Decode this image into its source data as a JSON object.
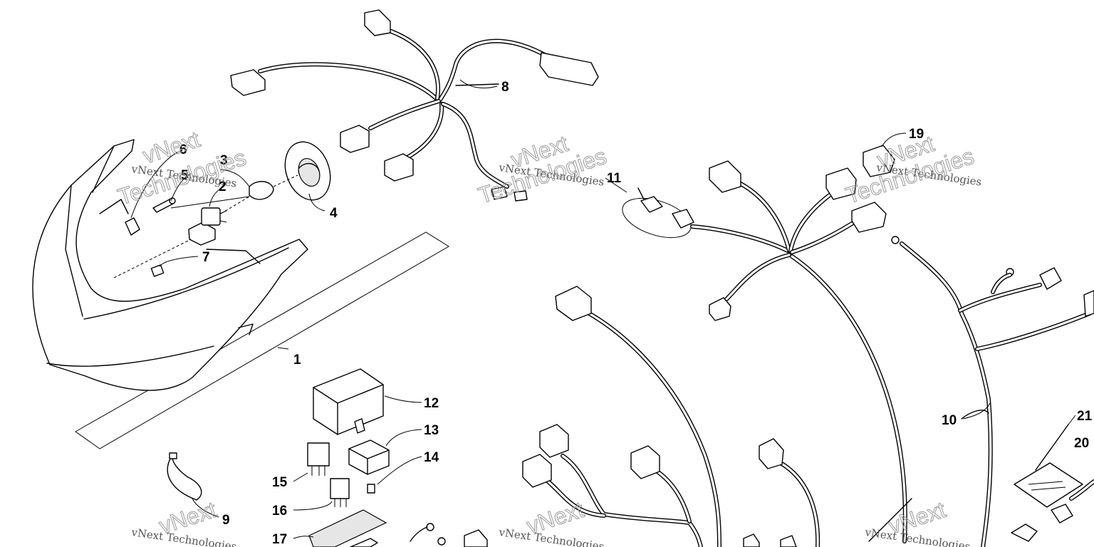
{
  "watermark": {
    "line1": "vNext Technologies",
    "brand_top": "vNext",
    "brand_bottom": "Technologies"
  },
  "callouts": {
    "c1": "1",
    "c2": "2",
    "c3": "3",
    "c4": "4",
    "c5": "5",
    "c6": "6",
    "c7": "7",
    "c8": "8",
    "c9": "9",
    "c10": "10",
    "c11": "11",
    "c12": "12",
    "c13": "13",
    "c14": "14",
    "c15": "15",
    "c16": "16",
    "c17": "17",
    "c19": "19",
    "c20": "20",
    "c21": "21"
  }
}
